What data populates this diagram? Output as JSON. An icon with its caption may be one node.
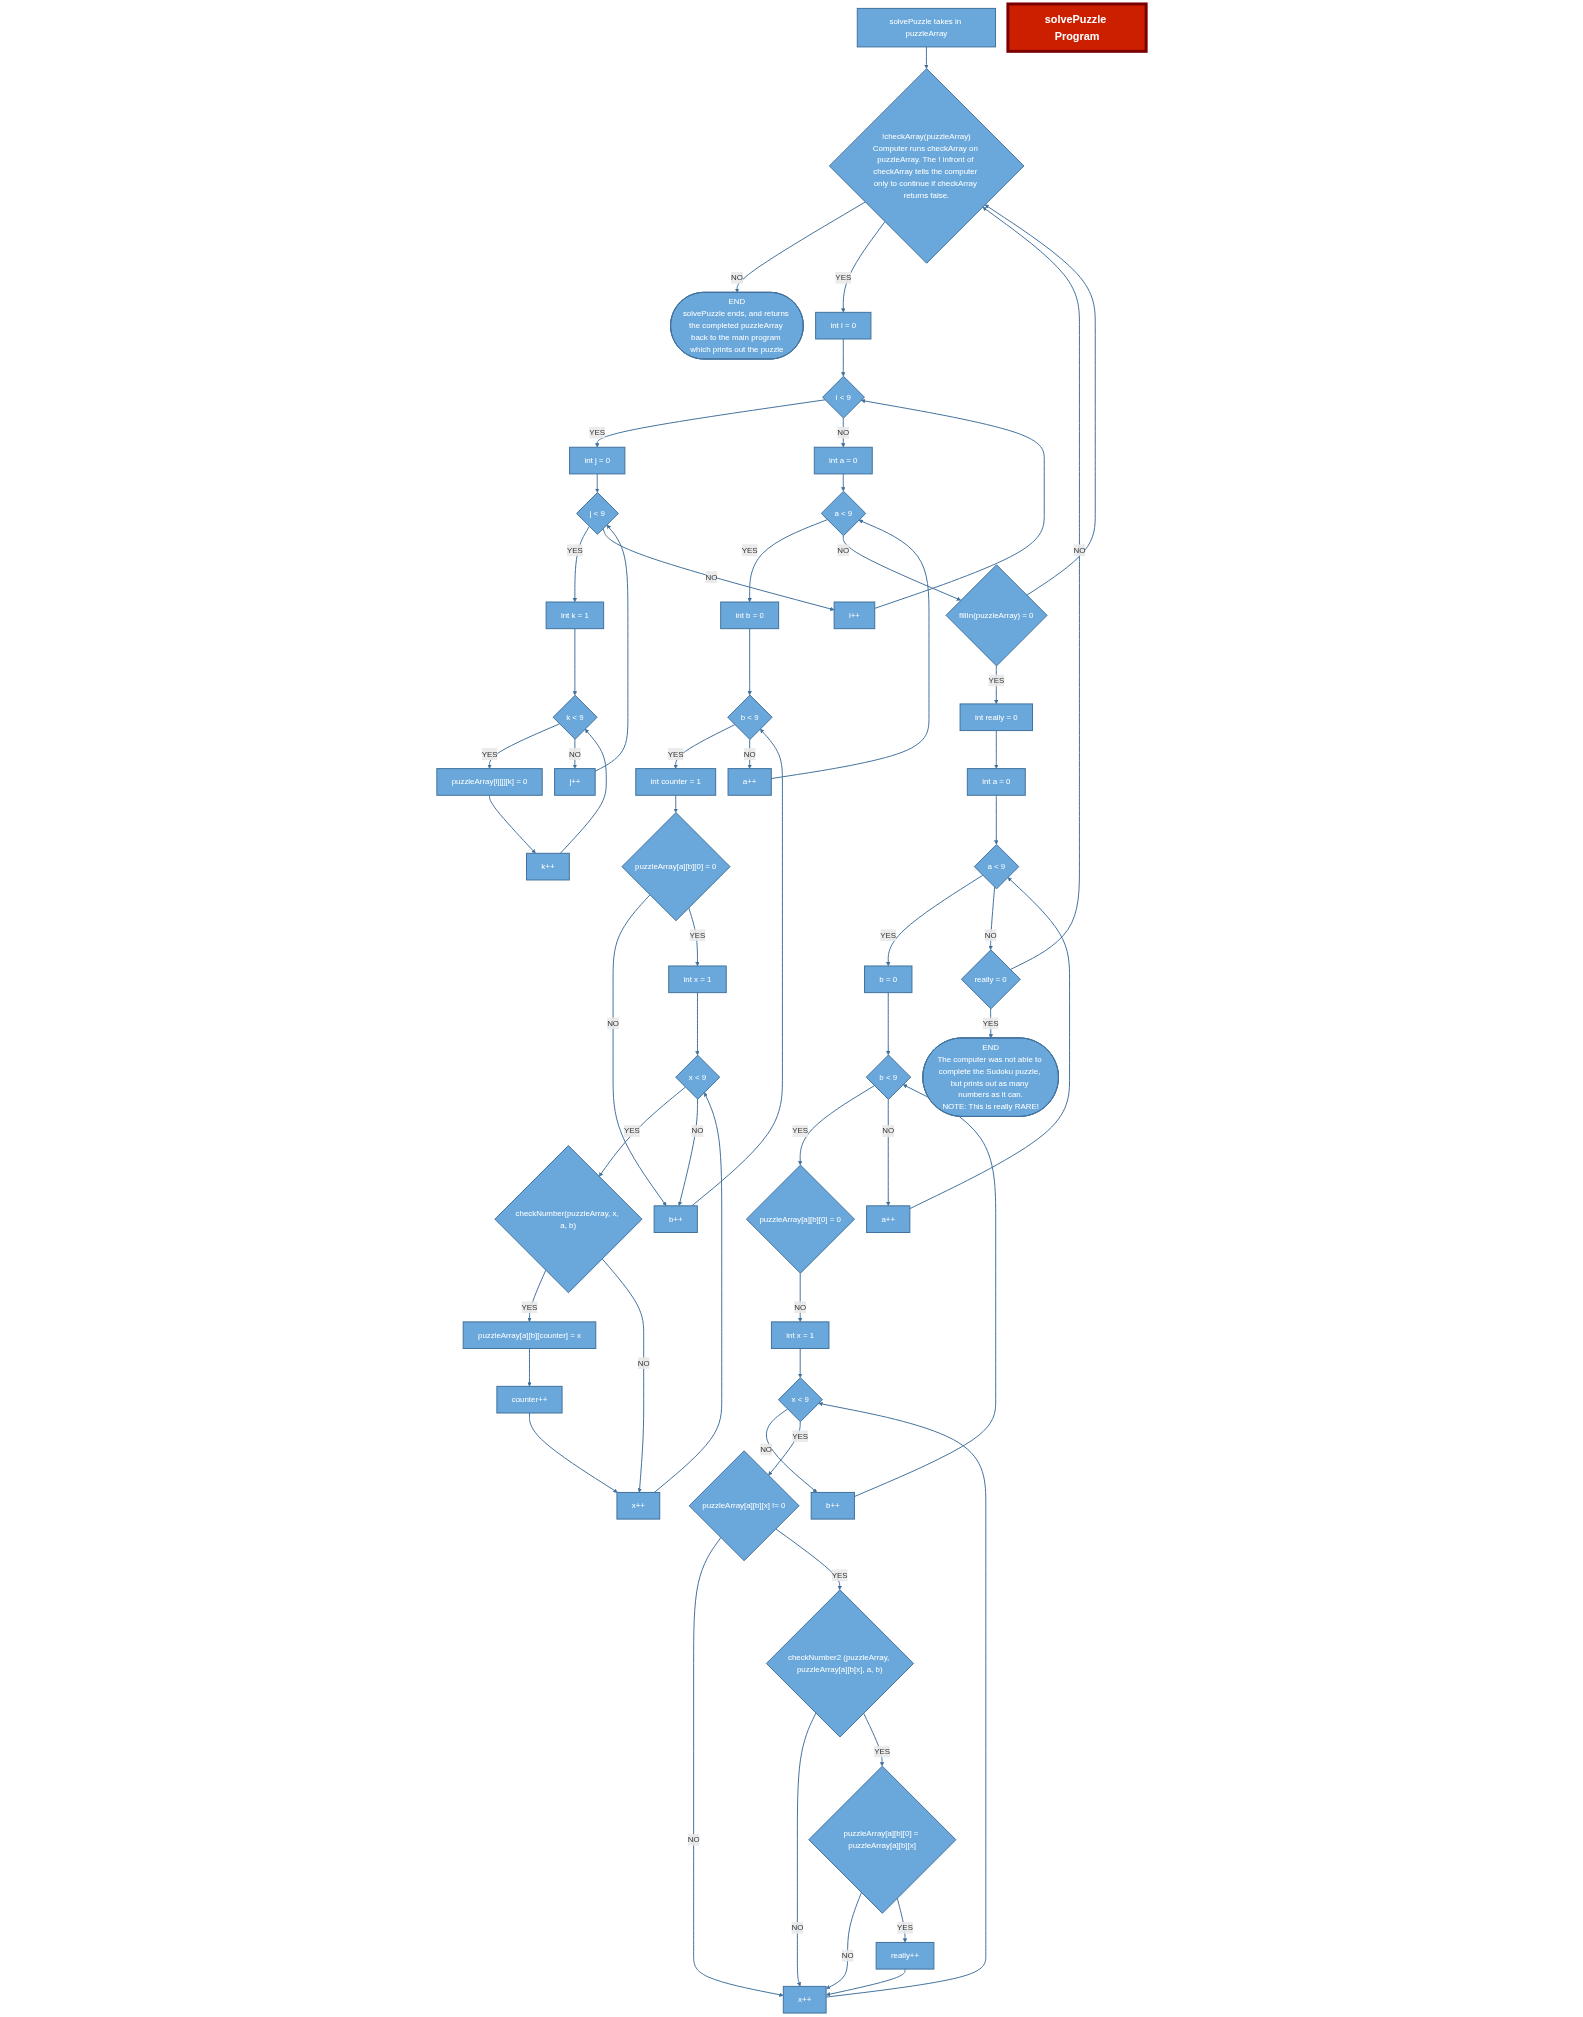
{
  "diagram": {
    "nodes": [
      {
        "text": [
          "END",
          "solvePuzzle ends, and returns the completed puzzleArray back to the main program which prints out the puzzle"
        ]
      },
      {
        "text": [
          "solvePuzzle takes in puzzleArray"
        ]
      },
      {
        "text": [
          "END",
          "The computer was not able to complete the Sudoku puzzle, but prints out as many numbers as it can.",
          "NOTE: This is really RARE!"
        ]
      },
      {
        "text": [
          "!checkArray(puzzleArray)",
          "Computer runs checkArray on puzzleArray. The ! infront of checkArray tells the computer only to continue if checkArray returns false."
        ]
      },
      {
        "text": [
          "int k = 1"
        ]
      },
      {
        "text": [
          "k < 9"
        ]
      },
      {
        "text": [
          "really = 0"
        ]
      },
      {
        "text": [
          "j++"
        ]
      },
      {
        "text": [
          "k++"
        ]
      },
      {
        "text": [
          "int x = 1"
        ]
      },
      {
        "text": [
          "puzzleArray[a][b][0] = 0"
        ]
      },
      {
        "text": [
          "b++"
        ]
      },
      {
        "text": [
          "puzzleArray[i][j][k] = 0"
        ]
      },
      {
        "text": [
          "x < 9"
        ]
      },
      {
        "text": [
          "b < 9"
        ]
      },
      {
        "text": [
          "j < 9"
        ]
      },
      {
        "text": [
          "i++"
        ]
      },
      {
        "text": [
          "puzzleArray[a][b][x] != 0"
        ]
      },
      {
        "text": [
          "x++"
        ]
      },
      {
        "text": [
          "b = 0"
        ]
      },
      {
        "text": [
          "checkNumber2 (puzzleArray, puzzleArray[a][b[x], a, b)"
        ]
      },
      {
        "text": [
          "i < 9"
        ]
      },
      {
        "text": [
          "int i = 0"
        ]
      },
      {
        "text": [
          "int j = 0"
        ]
      },
      {
        "text": [
          "a++"
        ]
      },
      {
        "text": [
          "solvePuzzle Program"
        ]
      },
      {
        "text": [
          "puzzleArray[a][b][0] = puzzleArray[a][b][x]"
        ]
      },
      {
        "text": [
          "int a = 0"
        ]
      },
      {
        "text": [
          "a < 9"
        ]
      },
      {
        "text": [
          "a < 9"
        ]
      },
      {
        "text": [
          "int b = 0"
        ]
      },
      {
        "text": [
          "really++"
        ]
      },
      {
        "text": [
          "fillIn(puzzleArray) = 0"
        ]
      },
      {
        "text": [
          "int really = 0"
        ]
      },
      {
        "text": [
          "int a = 0"
        ]
      },
      {
        "text": [
          "b < 9"
        ]
      },
      {
        "text": [
          "a++"
        ]
      },
      {
        "text": [
          "checkNumber(puzzleArray, x, a, b)"
        ]
      },
      {
        "text": [
          "puzzleArray[a][b][counter] = x"
        ]
      },
      {
        "text": [
          "int counter = 1"
        ]
      },
      {
        "text": [
          "b++"
        ]
      },
      {
        "text": [
          "counter++"
        ]
      },
      {
        "text": [
          "puzzleArray[a][b][0] = 0"
        ]
      },
      {
        "text": [
          "int x = 1"
        ]
      },
      {
        "text": [
          "x < 9"
        ]
      },
      {
        "text": [
          "x++"
        ]
      }
    ],
    "edges": [
      {
        "from": 1,
        "to": 3,
        "arrow": "to"
      },
      {
        "from": 3,
        "to": 0,
        "arrow": "to",
        "label": "NO"
      },
      {
        "from": 3,
        "to": 22,
        "arrow": "to",
        "label": "YES"
      },
      {
        "from": 22,
        "to": 21,
        "arrow": "to"
      },
      {
        "from": 21,
        "to": 23,
        "arrow": "to",
        "label": "YES"
      },
      {
        "from": 23,
        "to": 15,
        "arrow": "to"
      },
      {
        "from": 15,
        "to": 4,
        "arrow": "to",
        "label": "YES"
      },
      {
        "from": 4,
        "to": 5,
        "arrow": "to"
      },
      {
        "from": 5,
        "to": 12,
        "arrow": "to",
        "label": "YES"
      },
      {
        "from": 12,
        "to": 8,
        "arrow": "to"
      },
      {
        "from": 8,
        "to": 5,
        "arrow": "to"
      },
      {
        "from": 5,
        "to": 7,
        "arrow": "to",
        "label": "NO"
      },
      {
        "from": 7,
        "to": 15,
        "arrow": "to"
      },
      {
        "from": 15,
        "to": 16,
        "arrow": "to",
        "label": "NO"
      },
      {
        "from": 16,
        "to": 21,
        "arrow": "to"
      },
      {
        "from": 21,
        "to": 27,
        "arrow": "to",
        "label": "NO"
      },
      {
        "from": 27,
        "to": 29,
        "arrow": "to"
      },
      {
        "from": 29,
        "to": 30,
        "arrow": "to",
        "label": "YES"
      },
      {
        "from": 30,
        "to": 35,
        "arrow": "to"
      },
      {
        "from": 35,
        "to": 39,
        "arrow": "to",
        "label": "YES"
      },
      {
        "from": 39,
        "to": 42,
        "arrow": "to"
      },
      {
        "from": 42,
        "to": 40,
        "arrow": "to",
        "label": "NO"
      },
      {
        "from": 40,
        "to": 35,
        "arrow": "to"
      },
      {
        "from": 35,
        "to": 36,
        "arrow": "to",
        "label": "NO"
      },
      {
        "from": 36,
        "to": 29,
        "arrow": "to"
      },
      {
        "from": 42,
        "to": 43,
        "arrow": "to",
        "label": "YES"
      },
      {
        "from": 43,
        "to": 44,
        "arrow": "to"
      },
      {
        "from": 44,
        "to": 37,
        "arrow": "to",
        "label": "YES"
      },
      {
        "from": 44,
        "to": 40,
        "arrow": "to",
        "label": "NO"
      },
      {
        "from": 37,
        "to": 38,
        "arrow": "to",
        "label": "YES"
      },
      {
        "from": 37,
        "to": 45,
        "arrow": "to",
        "label": "NO"
      },
      {
        "from": 38,
        "to": 41,
        "arrow": "to"
      },
      {
        "from": 41,
        "to": 45,
        "arrow": "to"
      },
      {
        "from": 45,
        "to": 44,
        "arrow": "to"
      },
      {
        "from": 29,
        "to": 32,
        "arrow": "to",
        "label": "NO"
      },
      {
        "from": 32,
        "to": 33,
        "arrow": "to",
        "label": "YES"
      },
      {
        "from": 33,
        "to": 34,
        "arrow": "to"
      },
      {
        "from": 34,
        "to": 28,
        "arrow": "to"
      },
      {
        "from": 28,
        "to": 19,
        "arrow": "to",
        "label": "YES"
      },
      {
        "from": 19,
        "to": 14,
        "arrow": "to"
      },
      {
        "from": 14,
        "to": 10,
        "arrow": "to",
        "label": "YES"
      },
      {
        "from": 14,
        "to": 24,
        "arrow": "to",
        "label": "NO"
      },
      {
        "from": 24,
        "to": 28,
        "arrow": "to"
      },
      {
        "from": 10,
        "to": 9,
        "arrow": "to",
        "label": "NO"
      },
      {
        "from": 9,
        "to": 13,
        "arrow": "to"
      },
      {
        "from": 13,
        "to": 11,
        "arrow": "to",
        "label": "NO"
      },
      {
        "from": 11,
        "to": 14,
        "arrow": "to"
      },
      {
        "from": 13,
        "to": 17,
        "arrow": "to",
        "label": "YES"
      },
      {
        "from": 17,
        "to": 18,
        "arrow": "to",
        "label": "NO"
      },
      {
        "from": 17,
        "to": 20,
        "arrow": "to",
        "label": "YES"
      },
      {
        "from": 20,
        "to": 18,
        "arrow": "to",
        "label": "NO"
      },
      {
        "from": 20,
        "to": 26,
        "arrow": "to",
        "label": "YES"
      },
      {
        "from": 26,
        "to": 18,
        "arrow": "to",
        "label": "NO"
      },
      {
        "from": 26,
        "to": 31,
        "arrow": "to",
        "label": "YES"
      },
      {
        "from": 31,
        "to": 18,
        "arrow": "to"
      },
      {
        "from": 18,
        "to": 13,
        "arrow": "to"
      },
      {
        "from": 28,
        "to": 6,
        "arrow": "to",
        "label": "NO"
      },
      {
        "from": 6,
        "to": 2,
        "arrow": "to",
        "label": "YES"
      },
      {
        "from": 6,
        "to": 3,
        "arrow": "to",
        "label": "NO"
      },
      {
        "from": 32,
        "to": 3,
        "arrow": "to"
      }
    ]
  }
}
